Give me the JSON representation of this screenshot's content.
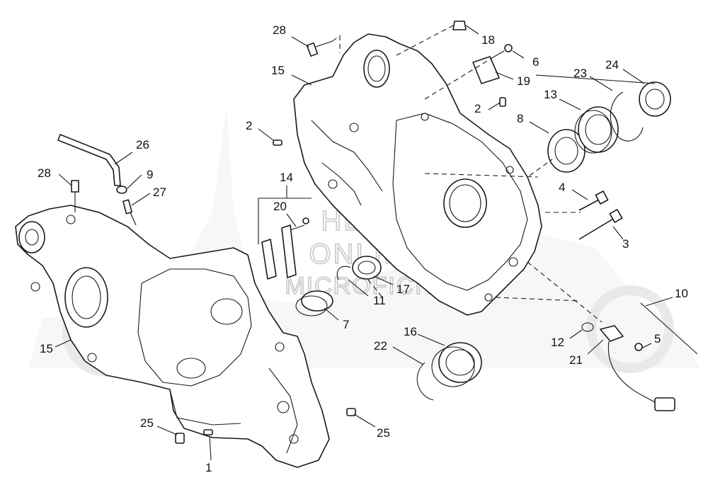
{
  "watermark": {
    "line1": "HLSM",
    "line2": "ONLINE",
    "line3": "MICROFICHE"
  },
  "callouts": [
    {
      "id": "c28a",
      "label": "28"
    },
    {
      "id": "c15a",
      "label": "15"
    },
    {
      "id": "c18",
      "label": "18"
    },
    {
      "id": "c6",
      "label": "6"
    },
    {
      "id": "c19",
      "label": "19"
    },
    {
      "id": "c24",
      "label": "24"
    },
    {
      "id": "c23",
      "label": "23"
    },
    {
      "id": "c13",
      "label": "13"
    },
    {
      "id": "c2a",
      "label": "2"
    },
    {
      "id": "c2b",
      "label": "2"
    },
    {
      "id": "c8",
      "label": "8"
    },
    {
      "id": "c26",
      "label": "26"
    },
    {
      "id": "c28b",
      "label": "28"
    },
    {
      "id": "c9",
      "label": "9"
    },
    {
      "id": "c27",
      "label": "27"
    },
    {
      "id": "c14",
      "label": "14"
    },
    {
      "id": "c20",
      "label": "20"
    },
    {
      "id": "c4",
      "label": "4"
    },
    {
      "id": "c3",
      "label": "3"
    },
    {
      "id": "c17",
      "label": "17"
    },
    {
      "id": "c11",
      "label": "11"
    },
    {
      "id": "c7",
      "label": "7"
    },
    {
      "id": "c10",
      "label": "10"
    },
    {
      "id": "c16",
      "label": "16"
    },
    {
      "id": "c12",
      "label": "12"
    },
    {
      "id": "c5",
      "label": "5"
    },
    {
      "id": "c22",
      "label": "22"
    },
    {
      "id": "c21",
      "label": "21"
    },
    {
      "id": "c15b",
      "label": "15"
    },
    {
      "id": "c25a",
      "label": "25"
    },
    {
      "id": "c25b",
      "label": "25"
    },
    {
      "id": "c1",
      "label": "1"
    }
  ]
}
